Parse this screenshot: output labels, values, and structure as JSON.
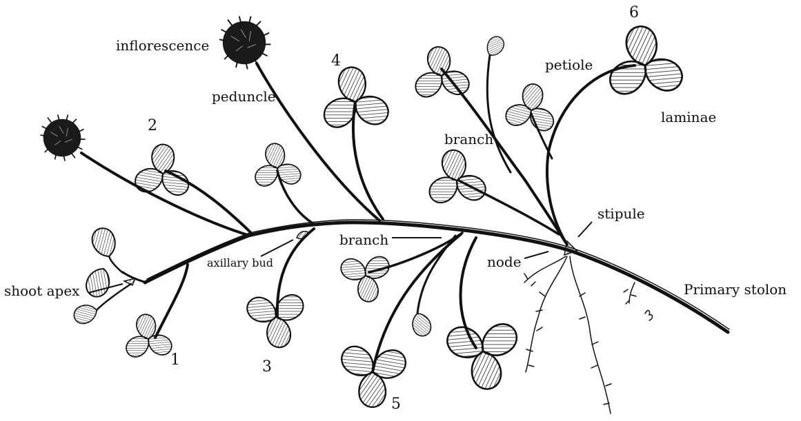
{
  "diagram": {
    "labels": {
      "inflorescence": "inflorescence",
      "peduncle": "peduncle",
      "petiole": "petiole",
      "laminae": "laminae",
      "branch_upper": "branch",
      "branch_lower": "branch",
      "stipule": "stipule",
      "node": "node",
      "axillary_bud": "axillary bud",
      "shoot_apex": "shoot apex",
      "primary_stolon": "Primary stolon"
    },
    "leaf_numbers": [
      "1",
      "2",
      "3",
      "4",
      "5",
      "6"
    ]
  }
}
